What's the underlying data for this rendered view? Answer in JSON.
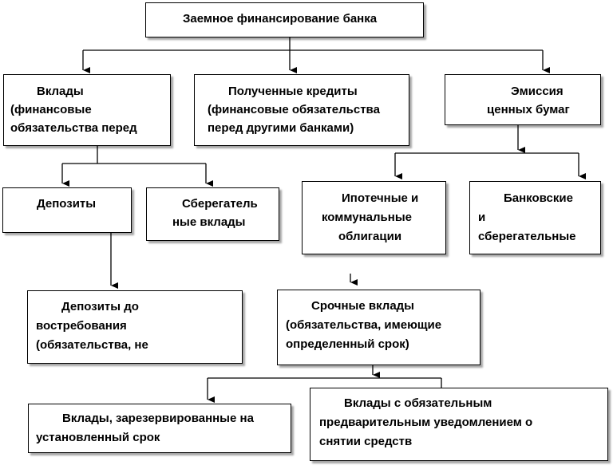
{
  "nodes": {
    "root": {
      "lines": [
        "Заемное финансирование банка"
      ]
    },
    "deposits_group": {
      "lines": [
        "Вклады",
        "(финансовые",
        "обязательства перед"
      ]
    },
    "loans_received": {
      "lines": [
        "Полученные кредиты",
        "(финансовые обязательства",
        "перед другими банками)"
      ]
    },
    "securities_issue": {
      "lines": [
        "Эмиссия",
        "ценных бумаг"
      ]
    },
    "deposits": {
      "lines": [
        "Депозиты"
      ]
    },
    "savings_deposits": {
      "lines": [
        "Сберегатель",
        "ные вклады"
      ]
    },
    "mortgage_bonds": {
      "lines": [
        "Ипотечные и",
        "коммунальные",
        "облигации"
      ]
    },
    "bank_savings": {
      "lines": [
        "Банковские",
        "и",
        "сберегательные"
      ]
    },
    "demand_deposits": {
      "lines": [
        "Депозиты до",
        "востребования",
        "(обязательства, не"
      ]
    },
    "term_deposits": {
      "lines": [
        "Срочные вклады",
        "(обязательства, имеющие",
        "определенный срок)"
      ]
    },
    "reserved_deposits": {
      "lines": [
        "Вклады, зарезервированные на",
        "установленный срок"
      ]
    },
    "notice_deposits": {
      "lines": [
        "Вклады с обязательным",
        "предварительным уведомлением о",
        "снятии средств"
      ]
    }
  },
  "colors": {
    "line": "#000000",
    "box_border": "#000000",
    "background": "#ffffff"
  }
}
